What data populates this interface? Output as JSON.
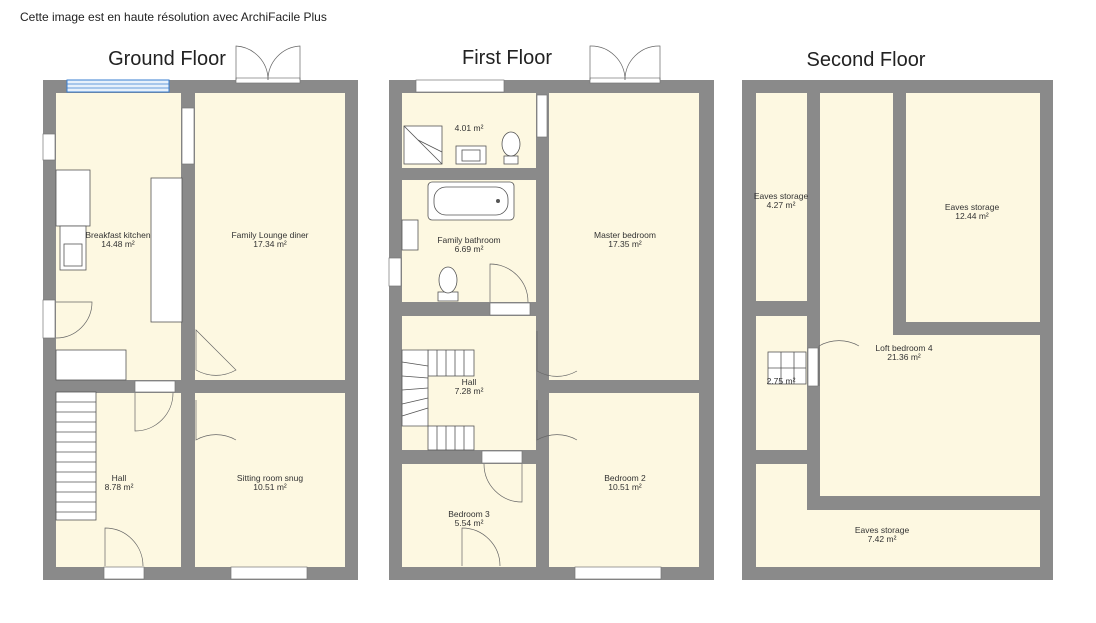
{
  "banner": "Cette image est en haute résolution avec ArchiFacile Plus",
  "floors": [
    {
      "key": "ground",
      "title": "Ground Floor",
      "rooms": [
        {
          "id": "breakfast-kitchen",
          "name": "Breakfast kitchen",
          "area": "14.48 m²"
        },
        {
          "id": "family-lounge-diner",
          "name": "Family Lounge diner",
          "area": "17.34 m²"
        },
        {
          "id": "hall-ground",
          "name": "Hall",
          "area": "8.78 m²"
        },
        {
          "id": "sitting-room-snug",
          "name": "Sitting room snug",
          "area": "10.51 m²"
        }
      ]
    },
    {
      "key": "first",
      "title": "First Floor",
      "rooms": [
        {
          "id": "ensuite",
          "name": "",
          "area": "4.01 m²"
        },
        {
          "id": "family-bathroom",
          "name": "Family bathroom",
          "area": "6.69 m²"
        },
        {
          "id": "master-bedroom",
          "name": "Master bedroom",
          "area": "17.35 m²"
        },
        {
          "id": "hall-first",
          "name": "Hall",
          "area": "7.28 m²"
        },
        {
          "id": "bedroom-3",
          "name": "Bedroom 3",
          "area": "5.54 m²"
        },
        {
          "id": "bedroom-2",
          "name": "Bedroom 2",
          "area": "10.51 m²"
        }
      ]
    },
    {
      "key": "second",
      "title": "Second Floor",
      "rooms": [
        {
          "id": "eaves-storage-left",
          "name": "Eaves storage",
          "area": "4.27 m²"
        },
        {
          "id": "eaves-storage-right",
          "name": "Eaves storage",
          "area": "12.44 m²"
        },
        {
          "id": "landing-second",
          "name": "",
          "area": "2.75 m²"
        },
        {
          "id": "loft-bedroom-4",
          "name": "Loft bedroom 4",
          "area": "21.36 m²"
        },
        {
          "id": "eaves-storage-bottom",
          "name": "Eaves storage",
          "area": "7.42 m²"
        }
      ]
    }
  ],
  "colors": {
    "wall": "#8a8a8a",
    "floor": "#fdf8e1",
    "fixture_line": "#555555",
    "radiator": "#3a7fd0"
  }
}
